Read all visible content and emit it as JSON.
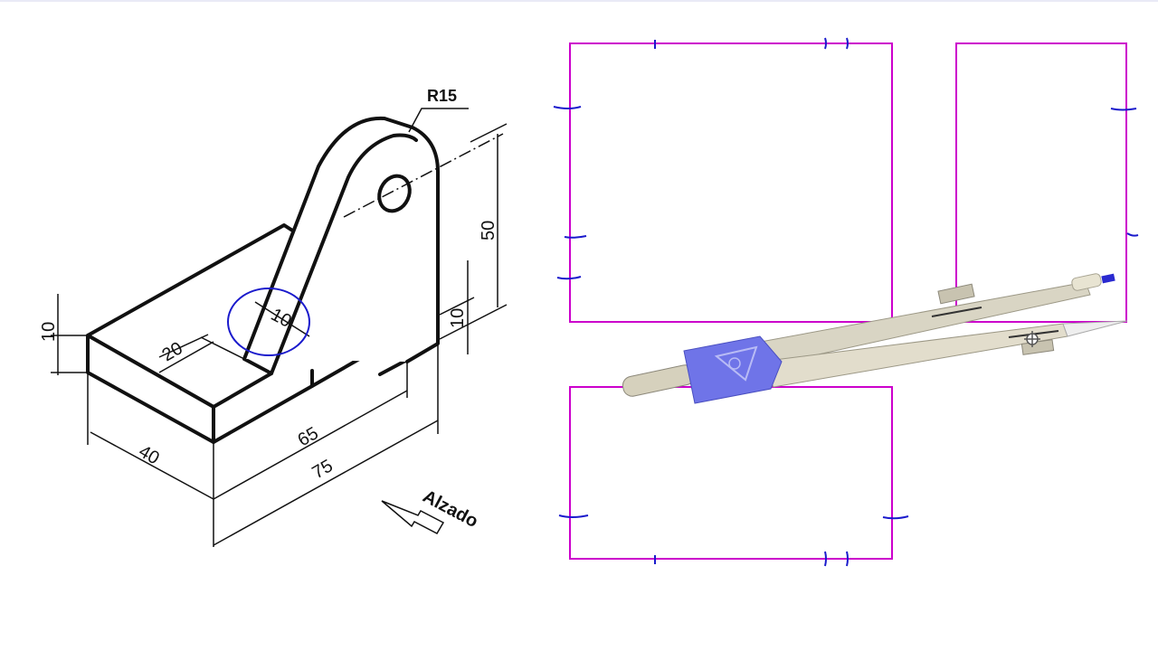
{
  "isometric_drawing": {
    "radius_label": "R15",
    "dim_height_50": "50",
    "dim_hole_10": "10",
    "dim_right_10": "10",
    "dim_left_10": "10",
    "dim_width_20": "20",
    "dim_depth_40": "40",
    "dim_length_65": "65",
    "dim_length_75": "75",
    "view_direction_label": "Alzado"
  },
  "colors": {
    "view_frame": "#cc00cc",
    "highlight_circle": "#1a1acc",
    "compass_head": "#6f74e8",
    "compass_leg": "#d9d5c4",
    "ink": "#111111"
  },
  "icons": {
    "compass": "drawing-compass-icon",
    "direction_arrow": "view-arrow-icon",
    "move_cursor": "move-cursor-icon"
  }
}
